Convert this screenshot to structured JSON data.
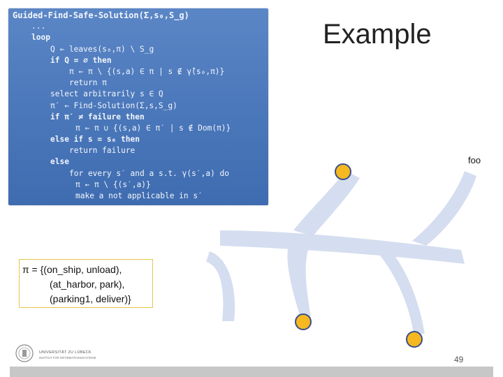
{
  "algorithm": {
    "lines": [
      {
        "text": "Guided-Find-Safe-Solution(Σ,s₀,S_g)",
        "indent": 0,
        "style": "title"
      },
      {
        "text": "...",
        "indent": 1,
        "style": ""
      },
      {
        "text": "loop",
        "indent": 1,
        "style": "kw"
      },
      {
        "text": "Q ← leaves(s₀,π) \\ S_g",
        "indent": 2,
        "style": ""
      },
      {
        "text": "if Q = ∅ then",
        "indent": 2,
        "style": "kw"
      },
      {
        "text": "π ← π \\ {(s,a) ∈ π | s ∉ γ̂(s₀,π)}",
        "indent": 3,
        "style": ""
      },
      {
        "text": "return π",
        "indent": 3,
        "style": ""
      },
      {
        "text": "select arbitrarily s ∈ Q",
        "indent": 2,
        "style": ""
      },
      {
        "text": "π′ ← Find-Solution(Σ,s,S_g)",
        "indent": 2,
        "style": ""
      },
      {
        "text": "if π′ ≠ failure then",
        "indent": 2,
        "style": "kw"
      },
      {
        "text": "π ← π ∪ {(s,a) ∈ π′ | s ∉ Dom(π)}",
        "indent": 4,
        "style": ""
      },
      {
        "text": "else if s = s₀ then",
        "indent": 2,
        "style": "kw"
      },
      {
        "text": "return failure",
        "indent": 3,
        "style": ""
      },
      {
        "text": "else",
        "indent": 2,
        "style": "kw"
      },
      {
        "text": "for every s′ and a s.t. γ(s′,a) do",
        "indent": 3,
        "style": ""
      },
      {
        "text": "π ← π \\ {(s′,a)}",
        "indent": 4,
        "style": ""
      },
      {
        "text": "make a not applicable in s′",
        "indent": 4,
        "style": ""
      }
    ]
  },
  "slide": {
    "title": "Example",
    "foo_label": "foo",
    "page_number": "49"
  },
  "policy": {
    "line1": "π = {(on_ship, unload),",
    "line2": "(at_harbor, park),",
    "line3": "(parking1, deliver)}"
  },
  "logo": {
    "line1": "UNIVERSITÄT ZU LÜBECK",
    "line2": "INSTITUT FÜR INFORMATIONSSYSTEME"
  },
  "colors": {
    "algo_bg": "#4a77ba",
    "tree_branch": "#d5def0",
    "node_fill": "#f5b820",
    "node_stroke": "#3a4f8a",
    "policy_border": "#e8c44a",
    "footer": "#c7c7c7"
  }
}
